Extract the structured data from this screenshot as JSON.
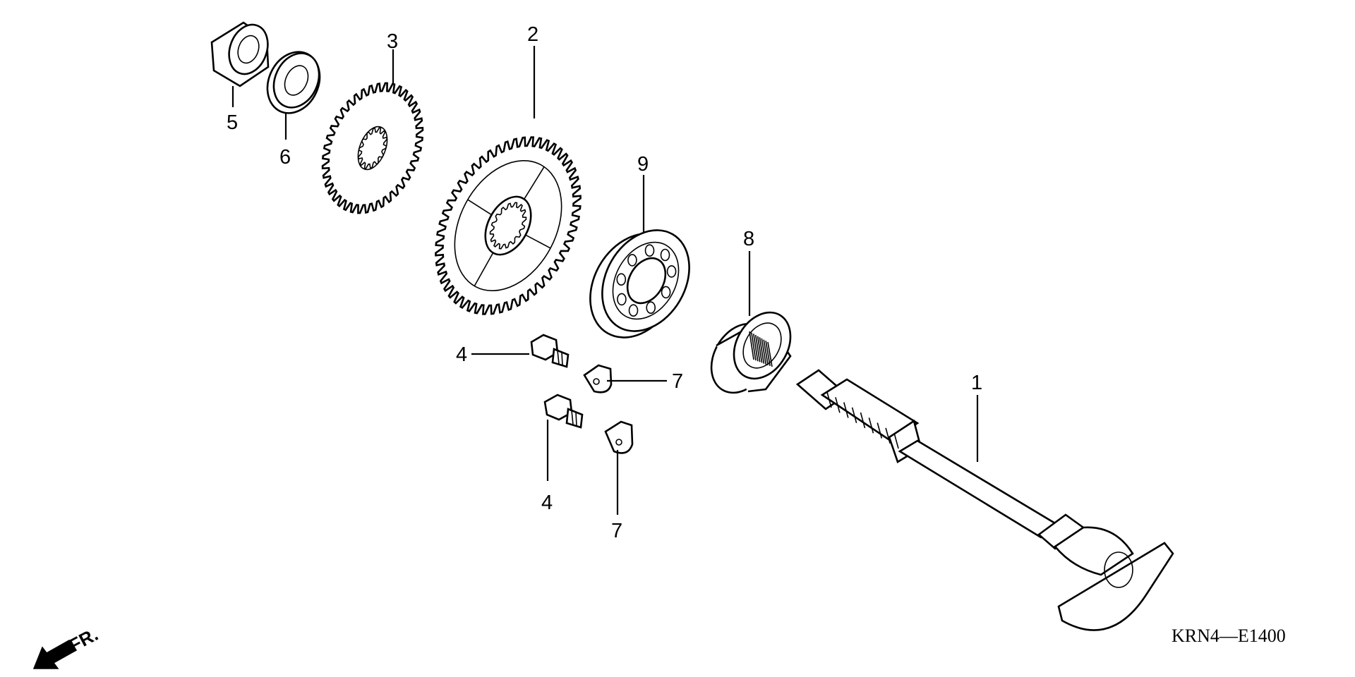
{
  "diagram": {
    "callouts": [
      {
        "id": "c1",
        "label": "1"
      },
      {
        "id": "c2",
        "label": "2"
      },
      {
        "id": "c3",
        "label": "3"
      },
      {
        "id": "c4a",
        "label": "4"
      },
      {
        "id": "c4b",
        "label": "4"
      },
      {
        "id": "c5",
        "label": "5"
      },
      {
        "id": "c6",
        "label": "6"
      },
      {
        "id": "c7a",
        "label": "7"
      },
      {
        "id": "c7b",
        "label": "7"
      },
      {
        "id": "c8",
        "label": "8"
      },
      {
        "id": "c9",
        "label": "9"
      }
    ],
    "direction_label": "FR.",
    "diagram_code": "KRN4—E1400"
  }
}
